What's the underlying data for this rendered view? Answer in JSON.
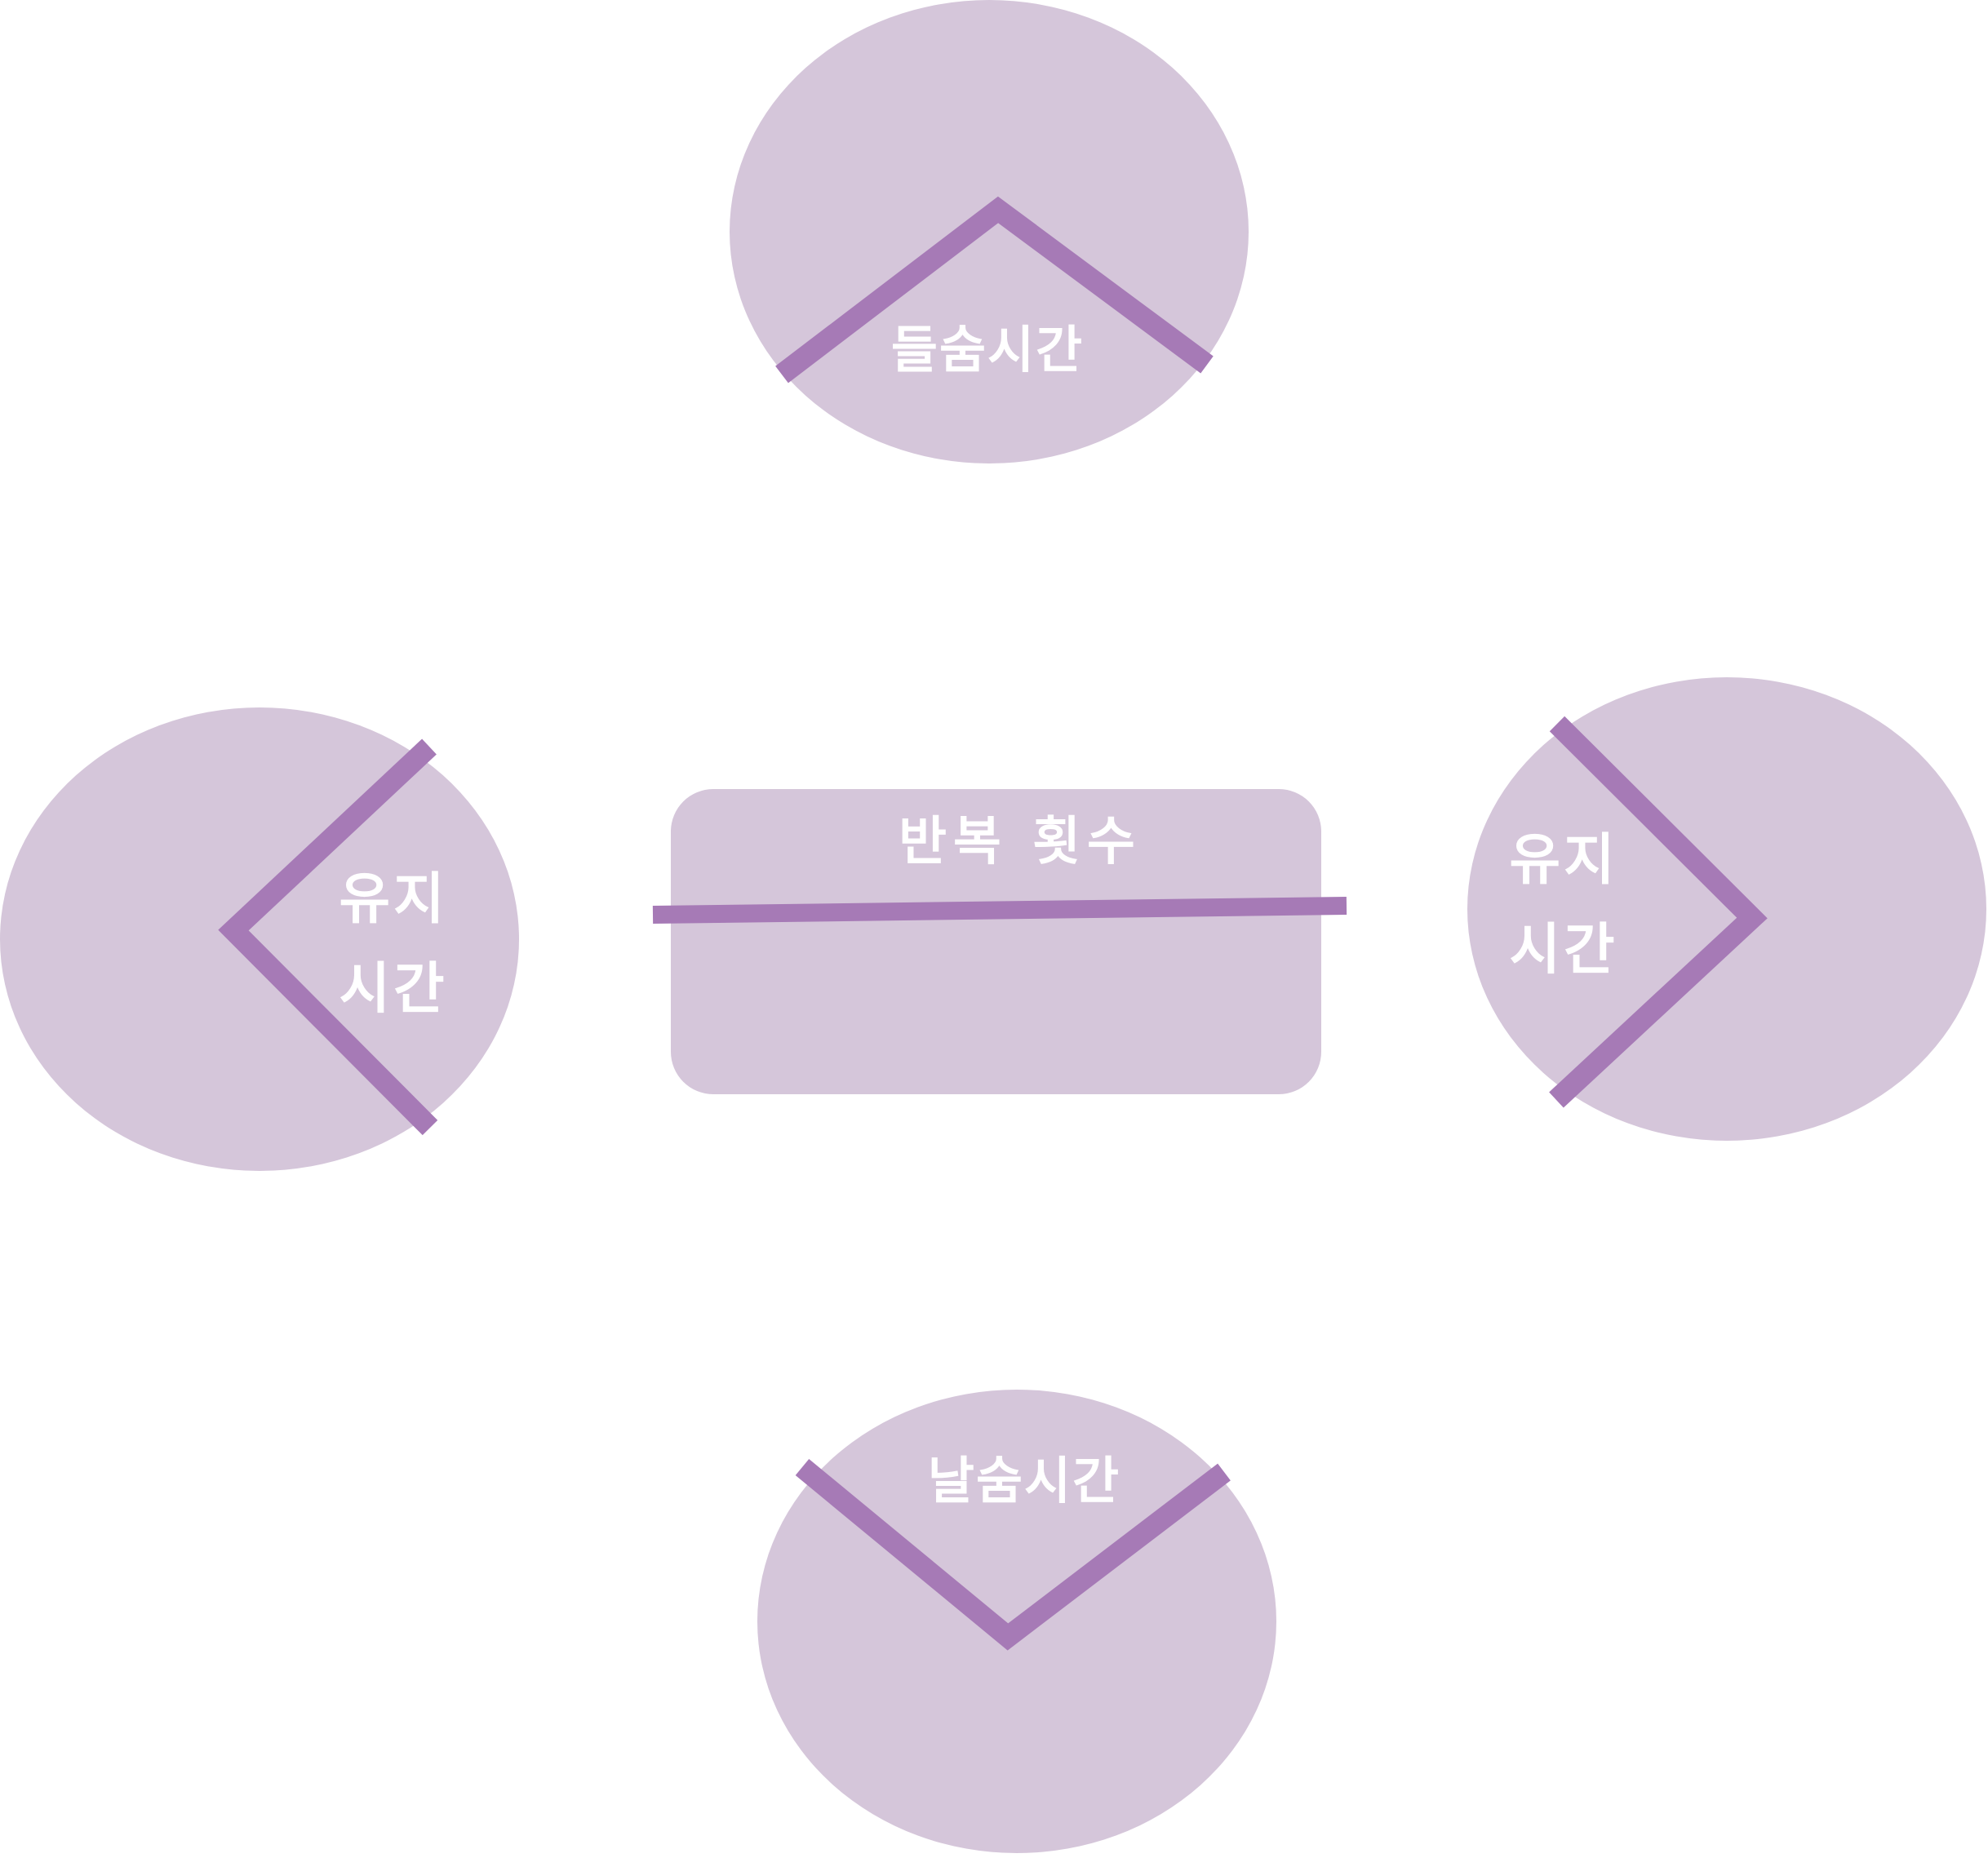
{
  "diagram": {
    "inhale": {
      "label": "들숨시간"
    },
    "hold_left": {
      "label": "유지 시간"
    },
    "reps": {
      "label": "반복 횟수"
    },
    "hold_right": {
      "label": "유지 시간"
    },
    "exhale": {
      "label": "날숨시간"
    }
  },
  "colors": {
    "fill": "#d5c6da",
    "accent": "#a67ab6",
    "text": "#ffffff"
  }
}
